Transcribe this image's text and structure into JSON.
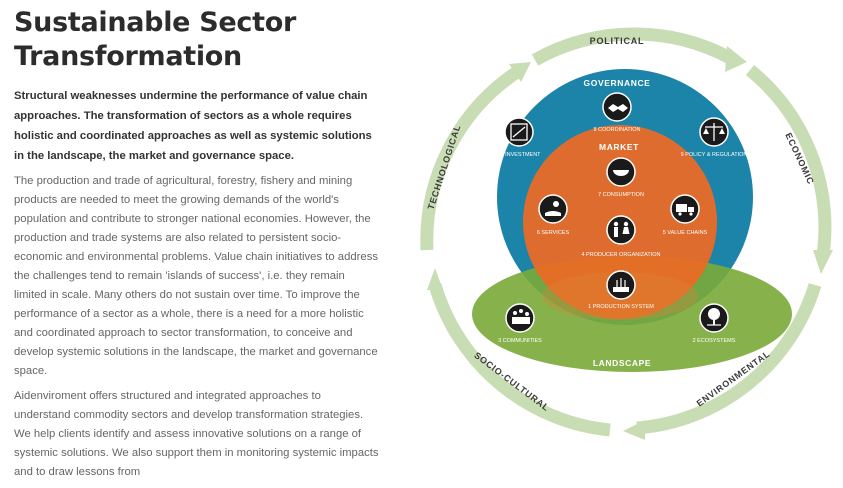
{
  "page": {
    "title_line1": "Sustainable Sector",
    "title_line2": "Transformation",
    "lead": "Structural weaknesses undermine the performance of value chain approaches. The transformation of sectors as a whole requires holistic and coordinated approaches as well as systemic solutions in the landscape, the market and governance space.",
    "paragraph1": "The production and trade of agricultural, forestry, fishery and mining products are needed to meet the growing demands of the world's population and contribute to stronger national economies. However, the production and trade systems are also related to persistent socio-economic and environmental problems. Value chain initiatives to address the challenges tend to remain 'islands of success', i.e. they remain limited in scale. Many others do not sustain over time. To improve the performance of a sector as a whole, there is a need for a more holistic and coordinated approach to sector transformation, to conceive and develop systemic solutions in the landscape, the market and governance space.",
    "paragraph2": "Aidenviroment offers structured and integrated approaches to understand commodity sectors and develop transformation strategies. We help clients identify and assess innovative solutions on a range of systemic solutions. We also support them in monitoring systemic impacts and to draw lessons from"
  },
  "diagram": {
    "outer_ring": {
      "political": "POLITICAL",
      "economic": "ECONOMIC",
      "environmental": "ENVIRONMENTAL",
      "socio_cultural": "SOCIO-CULTURAL",
      "technological": "TECHNOLOGICAL"
    },
    "governance": {
      "label": "GOVERNANCE",
      "items": {
        "coordination": "8 COORDINATION",
        "investment": "10 INVESTMENT",
        "policy": "9 POLICY & REGULATION"
      }
    },
    "market": {
      "label": "MARKET",
      "items": {
        "consumption": "7 CONSUMPTION",
        "services": "6 SERVICES",
        "value_chains": "5 VALUE CHAINS",
        "producer_org": "4 PRODUCER ORGANIZATION",
        "production_system": "1 PRODUCTION SYSTEM"
      }
    },
    "landscape": {
      "label": "LANDSCAPE",
      "items": {
        "communities": "3 COMMUNITIES",
        "ecosystems": "2 ECOSYSTEMS"
      }
    },
    "colors": {
      "ring": "#c9ddb4",
      "governance": "#1b84a8",
      "market": "#ec6b25",
      "landscape": "#7aaa37",
      "icon_bg": "#1a1a1a"
    }
  }
}
